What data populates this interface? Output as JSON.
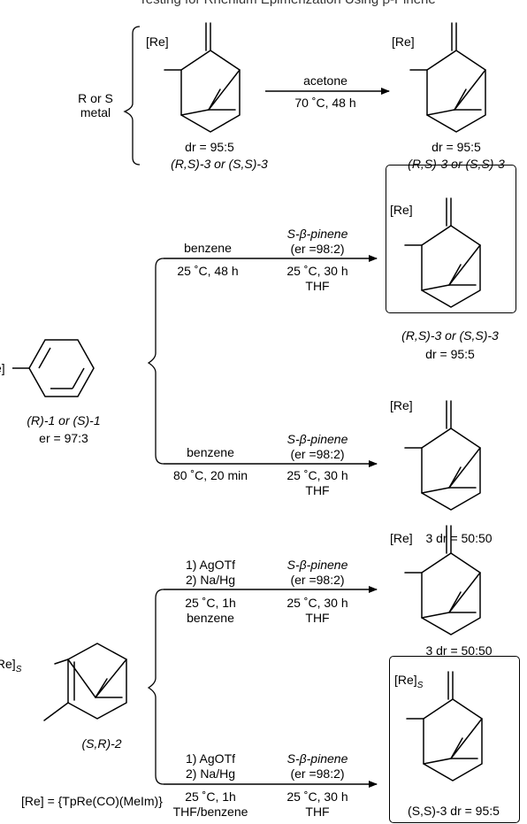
{
  "title": "Testing for Rhenium Epimerization Using β-Pinene",
  "re_label": "[Re]",
  "re_s_label": "[Re]",
  "re_s_sub": "S",
  "legend": "[Re] = {TpRe(CO)(MeIm)}",
  "top": {
    "r_or_s": "R or S",
    "metal": "metal",
    "dr_start": "dr = 95:5",
    "start_compound": "(R,S)-3 or (S,S)-3",
    "solvent": "acetone",
    "conditions": "70 ˚C, 48 h",
    "dr_end": "dr = 95:5",
    "end_compound": "(R,S)-3 or (S,S)-3"
  },
  "middle": {
    "start_compound": "(R)-1 or (S)-1",
    "er": "er = 97:3",
    "upper": {
      "reagent": "benzene",
      "conditions": "25 ˚C, 48 h",
      "second_reagent": "S-β-pinene",
      "second_er": "(er =98:2)",
      "second_conditions": "25 ˚C, 30 h",
      "second_solvent": "THF",
      "product": "(R,S)-3 or (S,S)-3",
      "product_dr": "dr = 95:5"
    },
    "lower": {
      "reagent": "benzene",
      "conditions": "80 ˚C, 20 min",
      "second_reagent": "S-β-pinene",
      "second_er": "(er =98:2)",
      "second_conditions": "25 ˚C, 30 h",
      "second_solvent": "THF",
      "product": "3 dr = 50:50"
    }
  },
  "bottom": {
    "start_compound": "(S,R)-2",
    "upper": {
      "step1": "1) AgOTf",
      "step2": "2) Na/Hg",
      "conditions": "25 ˚C, 1h",
      "solvent": "benzene",
      "second_reagent": "S-β-pinene",
      "second_er": "(er =98:2)",
      "second_conditions": "25 ˚C, 30 h",
      "second_solvent": "THF",
      "product": "3 dr = 50:50"
    },
    "lower": {
      "step1": "1) AgOTf",
      "step2": "2) Na/Hg",
      "conditions": "25 ˚C, 1h",
      "solvent": "THF/benzene",
      "second_reagent": "S-β-pinene",
      "second_er": "(er =98:2)",
      "second_conditions": "25 ˚C, 30 h",
      "second_solvent": "THF",
      "product": "(S,S)-3 dr = 95:5"
    }
  }
}
